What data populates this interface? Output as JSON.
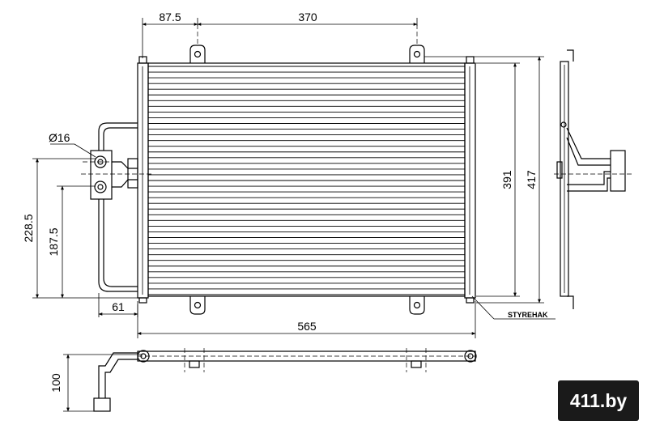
{
  "dimensions": {
    "offset_left": "87.5",
    "mount_spacing": "370",
    "overall_width": "565",
    "core_height": "391",
    "overall_height": "417",
    "pipe_diameter": "Ø16",
    "pipe_height_upper": "228.5",
    "pipe_height_lower": "187.5",
    "pipe_offset": "61",
    "depth": "100"
  },
  "labels": {
    "styrehak": "STYREHAK"
  },
  "watermark": {
    "text": "411.by",
    "background": "#1a1a1a"
  },
  "colors": {
    "line": "#000000",
    "paper": "#ffffff"
  }
}
